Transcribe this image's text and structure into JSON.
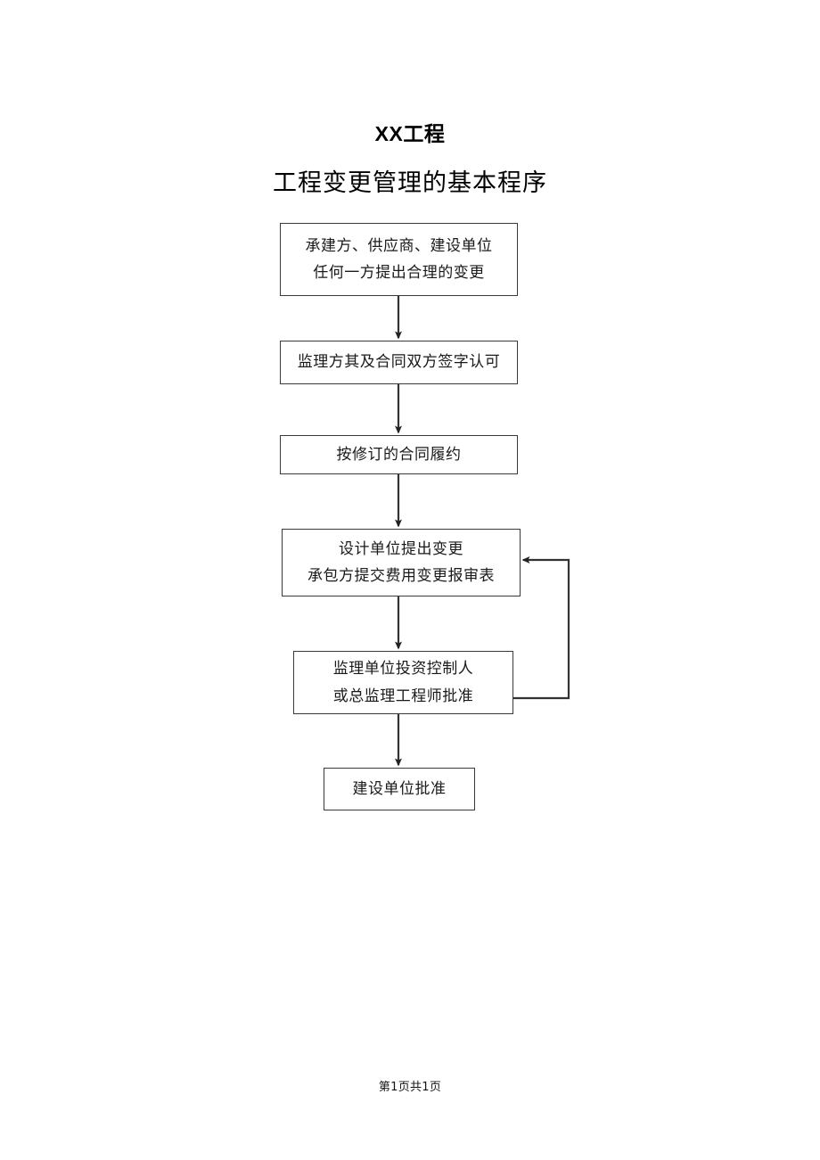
{
  "document": {
    "title_main": "XX工程",
    "title_sub": "工程变更管理的基本程序",
    "footer": "第1页共1页"
  },
  "flowchart": {
    "type": "flowchart",
    "orientation": "top-to-bottom",
    "nodes": [
      {
        "id": "node-1",
        "line1": "承建方、供应商、建设单位",
        "line2": "任何一方提出合理的变更"
      },
      {
        "id": "node-2",
        "line1": "监理方其及合同双方签字认可",
        "line2": ""
      },
      {
        "id": "node-3",
        "line1": "按修订的合同履约",
        "line2": ""
      },
      {
        "id": "node-4",
        "line1": "设计单位提出变更",
        "line2": "承包方提交费用变更报审表"
      },
      {
        "id": "node-5",
        "line1": "监理单位投资控制人",
        "line2": "或总监理工程师批准"
      },
      {
        "id": "node-6",
        "line1": "建设单位批准",
        "line2": ""
      }
    ],
    "edges": [
      {
        "from": "node-1",
        "to": "node-2",
        "kind": "arrow-down"
      },
      {
        "from": "node-2",
        "to": "node-3",
        "kind": "arrow-down"
      },
      {
        "from": "node-3",
        "to": "node-4",
        "kind": "arrow-down"
      },
      {
        "from": "node-4",
        "to": "node-5",
        "kind": "arrow-down"
      },
      {
        "from": "node-5",
        "to": "node-6",
        "kind": "arrow-down"
      },
      {
        "from": "node-5",
        "to": "node-4",
        "kind": "feedback-loop-right"
      }
    ],
    "colors": {
      "stroke": "#3a3a3a",
      "fill": "#ffffff",
      "text": "#1a1a1a"
    }
  }
}
